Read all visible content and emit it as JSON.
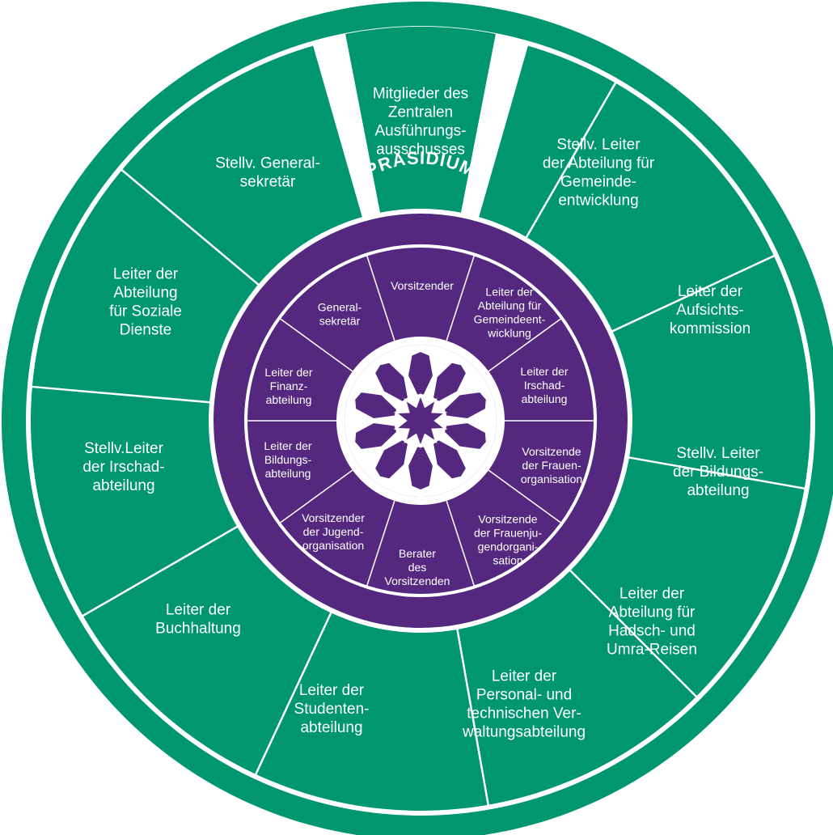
{
  "colors": {
    "green": "#009670",
    "purple": "#55287f",
    "white": "#ffffff"
  },
  "title": "PRÄSIDIUM",
  "top_segment": {
    "lines": [
      "Mitglieder des",
      "Zentralen",
      "Ausführungs-",
      "ausschusses"
    ]
  },
  "outer_segments": [
    {
      "lines": [
        "Stellv. Leiter",
        "der Abteilung für",
        "Gemeinde-",
        "entwicklung"
      ]
    },
    {
      "lines": [
        "Leiter der",
        "Aufsichts-",
        "kommission"
      ]
    },
    {
      "lines": [
        "Stellv. Leiter",
        "der Bildungs-",
        "abteilung"
      ]
    },
    {
      "lines": [
        "Leiter der",
        "Abteilung für",
        "Hadsch- und",
        "Umra-Reisen"
      ]
    },
    {
      "lines": [
        "Leiter der",
        "Personal- und",
        "technischen Ver-",
        "waltungsabteilung"
      ]
    },
    {
      "lines": [
        "Leiter der",
        "Studenten-",
        "abteilung"
      ]
    },
    {
      "lines": [
        "Leiter der",
        "Buchhaltung"
      ]
    },
    {
      "lines": [
        "Stellv.Leiter",
        "der Irschad-",
        "abteilung"
      ]
    },
    {
      "lines": [
        "Leiter der",
        "Abteilung",
        "für Soziale",
        "Dienste"
      ]
    },
    {
      "lines": [
        "Stellv. General-",
        "sekretär"
      ]
    }
  ],
  "inner_segments": [
    {
      "lines": [
        "Vorsitzender"
      ]
    },
    {
      "lines": [
        "Leiter der",
        "Abteilung für",
        "Gemeindeent-",
        "wicklung"
      ]
    },
    {
      "lines": [
        "Leiter der",
        "Irschad-",
        "abteilung"
      ]
    },
    {
      "lines": [
        "Vorsitzende",
        "der Frauen-",
        "organisation"
      ]
    },
    {
      "lines": [
        "Vorsitzende",
        "der Frauenju-",
        "gendorgani-",
        "sation"
      ]
    },
    {
      "lines": [
        "Berater",
        "des",
        "Vorsitzenden"
      ]
    },
    {
      "lines": [
        "Vorsitzender",
        "der Jugend-",
        "organisation"
      ]
    },
    {
      "lines": [
        "Leiter der",
        "Bildungs-",
        "abteilung"
      ]
    },
    {
      "lines": [
        "Leiter der",
        "Finanz-",
        "abteilung"
      ]
    },
    {
      "lines": [
        "General-",
        "sekretär"
      ]
    }
  ],
  "emblem": {
    "icon": "star-emblem-icon"
  }
}
